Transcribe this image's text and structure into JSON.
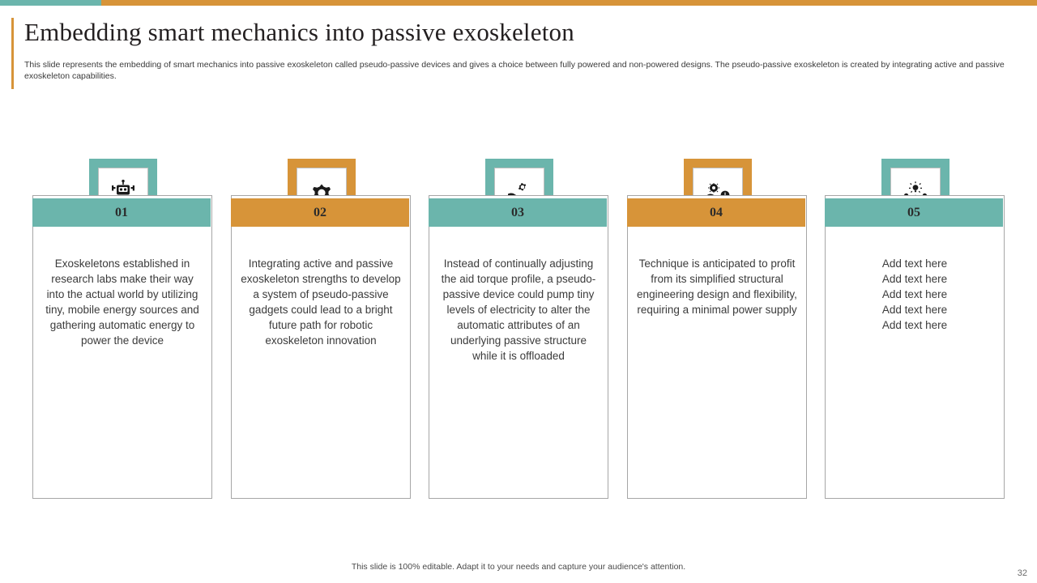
{
  "theme": {
    "teal": "#6bb5ac",
    "orange": "#d79439",
    "text": "#3b3b3b"
  },
  "header": {
    "title": "Embedding smart mechanics into passive exoskeleton",
    "subtitle": "This slide represents the embedding of smart mechanics into passive exoskeleton called pseudo-passive devices and gives a choice between fully powered and non-powered designs. The pseudo-passive exoskeleton is created by integrating active and passive exoskeleton capabilities."
  },
  "cards": [
    {
      "number": "01",
      "color": "#6bb5ac",
      "icon": "robot-icon",
      "text": "Exoskeletons established in research labs make their way into the actual world by utilizing tiny, mobile energy sources and gathering automatic energy to power the device"
    },
    {
      "number": "02",
      "color": "#d79439",
      "icon": "gear-icon",
      "text": "Integrating active and passive exoskeleton strengths to develop a system of pseudo-passive gadgets could lead to a bright future path for robotic exoskeleton innovation"
    },
    {
      "number": "03",
      "color": "#6bb5ac",
      "icon": "hand-gear-icon",
      "text": "Instead of continually adjusting the aid torque profile, a pseudo-passive device could pump tiny levels of electricity to alter the automatic attributes of an underlying passive structure while it is offloaded"
    },
    {
      "number": "04",
      "color": "#d79439",
      "icon": "brain-bulb-idea-icon",
      "text": "Technique is anticipated to profit from its simplified structural engineering design and flexibility, requiring a minimal power supply"
    },
    {
      "number": "05",
      "color": "#6bb5ac",
      "icon": "teamwork-idea-icon",
      "text": "Add text here\nAdd text here\nAdd text here\nAdd text here\nAdd text here"
    }
  ],
  "footer": {
    "note": "This slide is 100% editable. Adapt it to your needs and capture your audience's attention.",
    "page_number": "32"
  }
}
